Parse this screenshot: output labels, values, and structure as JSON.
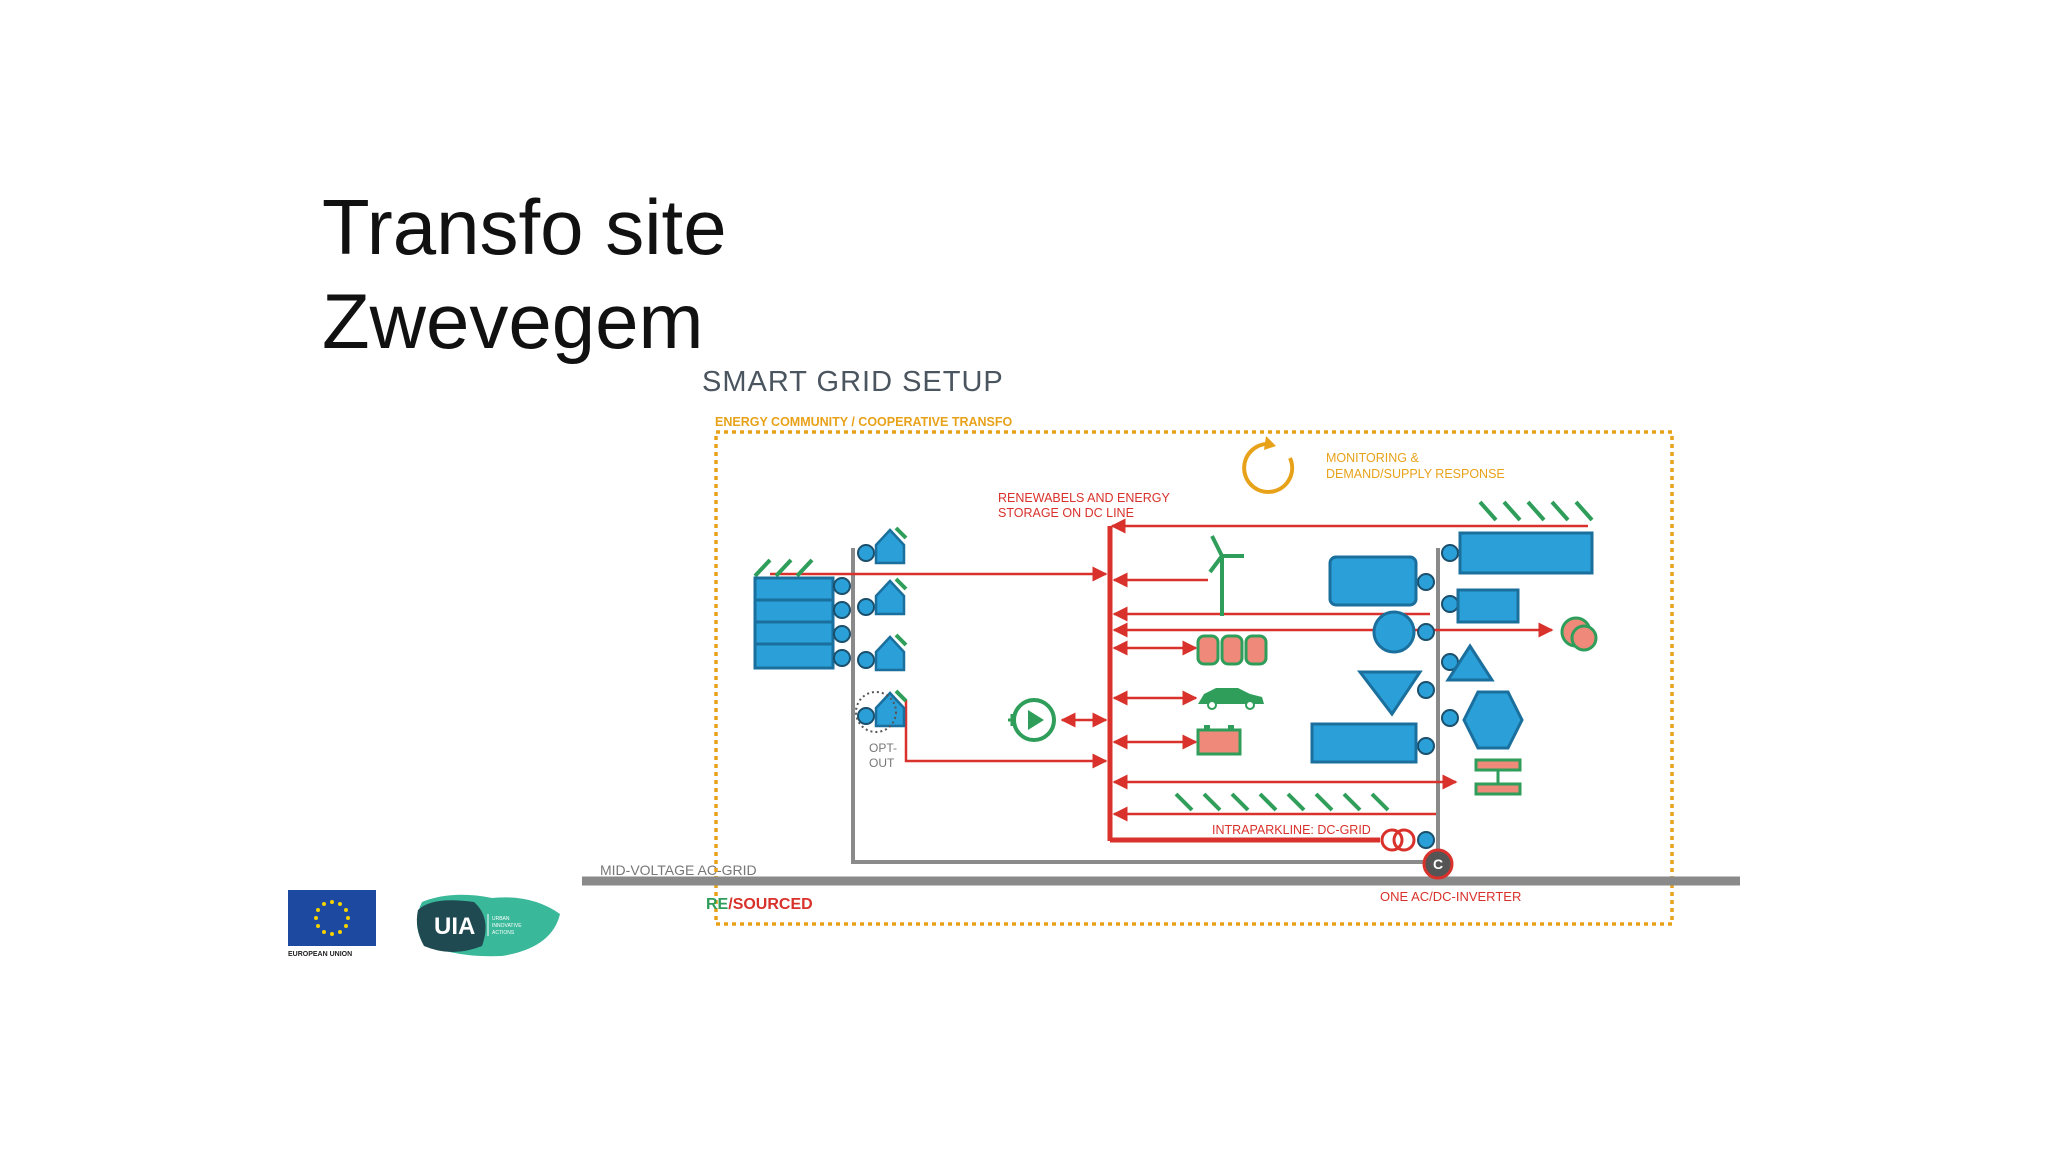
{
  "slide": {
    "title_line1": "Transfo site",
    "title_line2": "Zwevegem"
  },
  "diagram": {
    "heading": "SMART GRID SETUP",
    "community_label": "ENERGY COMMUNITY / COOPERATIVE TRANSFO",
    "monitoring_label_1": "MONITORING &",
    "monitoring_label_2": "DEMAND/SUPPLY RESPONSE",
    "dc_line_label_1": "RENEWABELS AND ENERGY",
    "dc_line_label_2": "STORAGE ON DC LINE",
    "opt_out_label_1": "OPT-",
    "opt_out_label_2": "OUT",
    "intrapark_label": "INTRAPARKLINE: DC-GRID",
    "mid_voltage_label": "MID-VOLTAGE AC-GRID",
    "inverter_label": "ONE AC/DC-INVERTER",
    "inverter_symbol": "C",
    "brand_re": "RE",
    "brand_slash": "/",
    "brand_sourced": "SOURCED"
  },
  "logos": {
    "eu_text": "EUROPEAN UNION",
    "uia_text": "UIA",
    "uia_sub_1": "URBAN",
    "uia_sub_2": "INNOVATIVE",
    "uia_sub_3": "ACTIONS"
  },
  "colors": {
    "red": "#d9312b",
    "orange": "#e8a21a",
    "blue": "#2a9fd8",
    "green": "#2e9e5a",
    "grey": "#8a8a8a",
    "salmon": "#ef8a7a"
  }
}
